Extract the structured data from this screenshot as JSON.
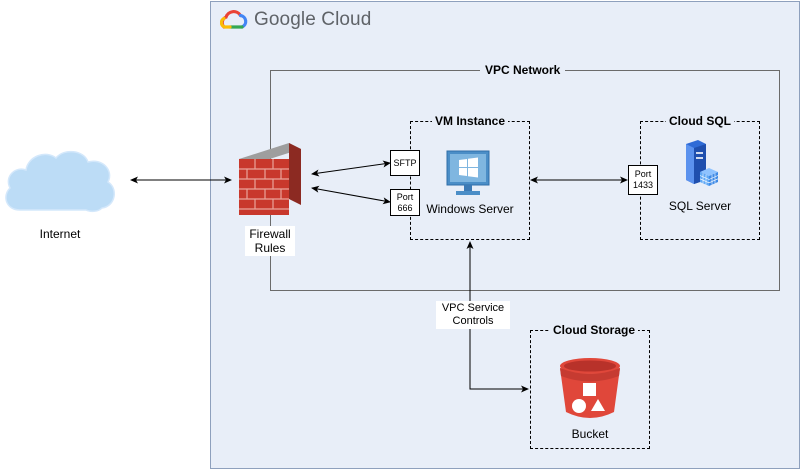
{
  "google_cloud": {
    "title": "Google Cloud",
    "colors": {
      "blue": "#4285F4",
      "red": "#EA4335",
      "yellow": "#FBBC05",
      "green": "#34A853",
      "panel": "#e8eef8"
    }
  },
  "internet": {
    "label": "Internet",
    "icon": "cloud-icon"
  },
  "firewall": {
    "label_line1": "Firewall",
    "label_line2": "Rules",
    "icon": "brick-wall-icon"
  },
  "vpc": {
    "title": "VPC Network"
  },
  "vm": {
    "title": "VM Instance",
    "server_label": "Windows Server",
    "icon": "windows-monitor-icon",
    "ports": {
      "sftp": "SFTP",
      "port666_line1": "Port",
      "port666_line2": "666"
    }
  },
  "cloud_sql": {
    "title": "Cloud SQL",
    "server_label": "SQL Server",
    "icon": "sql-server-icon",
    "port_line1": "Port",
    "port_line2": "1433"
  },
  "vpc_sc": {
    "label_line1": "VPC Service",
    "label_line2": "Controls"
  },
  "cloud_storage": {
    "title": "Cloud Storage",
    "bucket_label": "Bucket",
    "icon": "bucket-icon"
  }
}
